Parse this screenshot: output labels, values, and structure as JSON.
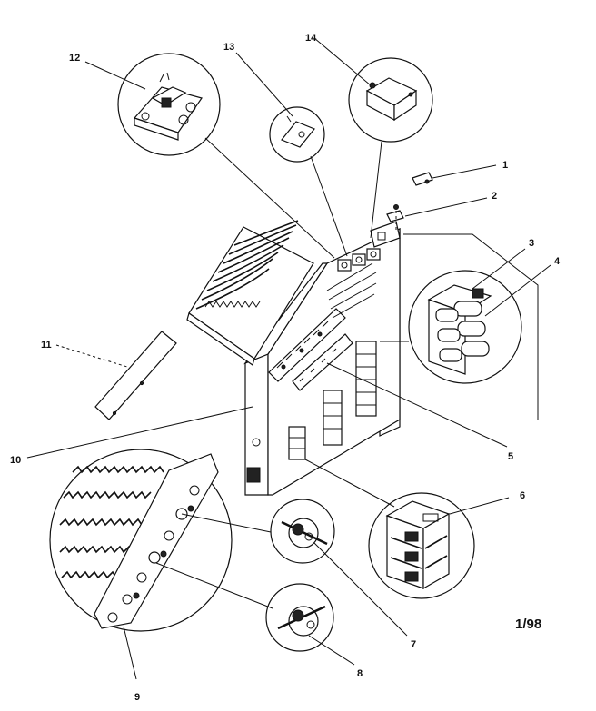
{
  "callouts": {
    "c1": "1",
    "c2": "2",
    "c3": "3",
    "c4": "4",
    "c5": "5",
    "c6": "6",
    "c7": "7",
    "c8": "8",
    "c9": "9",
    "c10": "10",
    "c11": "11",
    "c12": "12",
    "c13": "13",
    "c14": "14"
  },
  "date_code": "1/98"
}
